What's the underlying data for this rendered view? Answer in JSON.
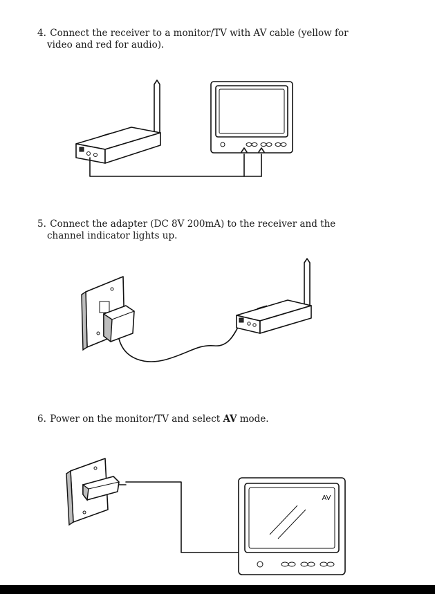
{
  "steps": [
    {
      "number": "4.",
      "line1": "Connect the receiver to a monitor/TV with AV cable (yellow for",
      "line2": "video and red for audio)."
    },
    {
      "number": "5.",
      "line1": "Connect the adapter (DC 8V 200mA) to the receiver and the",
      "line2": "channel indicator lights up."
    },
    {
      "number": "6.",
      "text_before": "Power on the monitor/TV and select ",
      "text_bold": "AV",
      "text_after": " mode."
    }
  ],
  "figures": {
    "tv_screen_label": "AV"
  }
}
